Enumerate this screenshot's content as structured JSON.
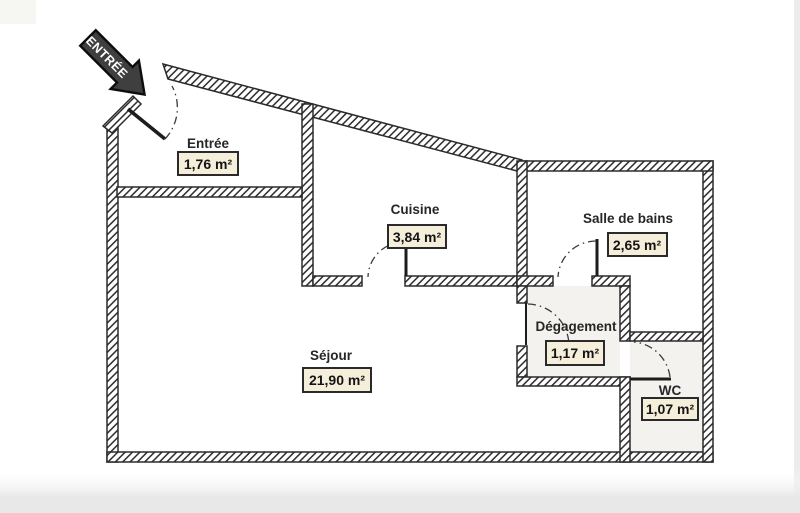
{
  "plan": {
    "entry_arrow_label": "ENTRÉE",
    "rooms": {
      "entree": {
        "name": "Entrée",
        "area": "1,76 m²"
      },
      "cuisine": {
        "name": "Cuisine",
        "area": "3,84 m²"
      },
      "salle_de_bains": {
        "name": "Salle de bains",
        "area": "2,65 m²"
      },
      "sejour": {
        "name": "Séjour",
        "area": "21,90 m²"
      },
      "degagement": {
        "name": "Dégagement",
        "area": "1,17 m²"
      },
      "wc": {
        "name": "WC",
        "area": "1,07 m²"
      }
    },
    "colors": {
      "wall_line": "#2b2b2b",
      "label_box_bg": "#f4eeda",
      "label_box_border": "#2a2a2a",
      "arrow_fill": "#3f3f3f",
      "arrow_border": "#0d0d0d",
      "arrow_text": "#ffffff",
      "page_edge": "#e8e8e8"
    }
  }
}
